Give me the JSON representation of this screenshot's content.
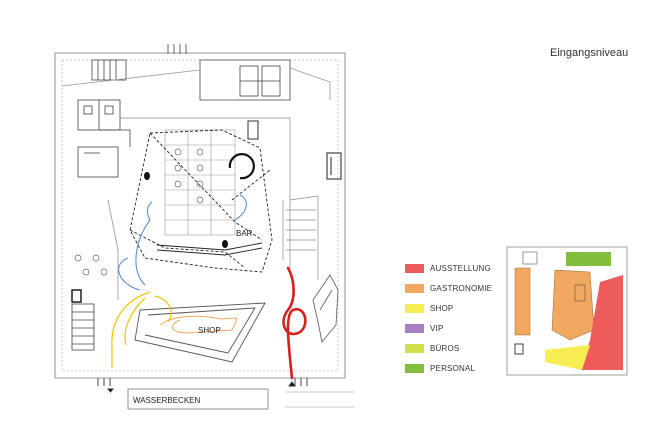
{
  "title": "Eingangsniveau",
  "labels": {
    "bar": "BAR",
    "shop": "SHOP",
    "pool": "WASSERBECKEN"
  },
  "legend": [
    {
      "label": "AUSSTELLUNG",
      "color": "#ee5b5b"
    },
    {
      "label": "GASTRONOMIE",
      "color": "#f2a860"
    },
    {
      "label": "SHOP",
      "color": "#f7ec52"
    },
    {
      "label": "VIP",
      "color": "#a87fc2"
    },
    {
      "label": "BÜROS",
      "color": "#cfe04a"
    },
    {
      "label": "PERSONAL",
      "color": "#83bf3f"
    }
  ],
  "colors": {
    "blue_path": "#5b8fd6",
    "yellow_path": "#f5c400",
    "orange_path": "#f2a860",
    "red_path": "#d62020",
    "line": "#555555",
    "light_line": "#b0b0b0"
  }
}
